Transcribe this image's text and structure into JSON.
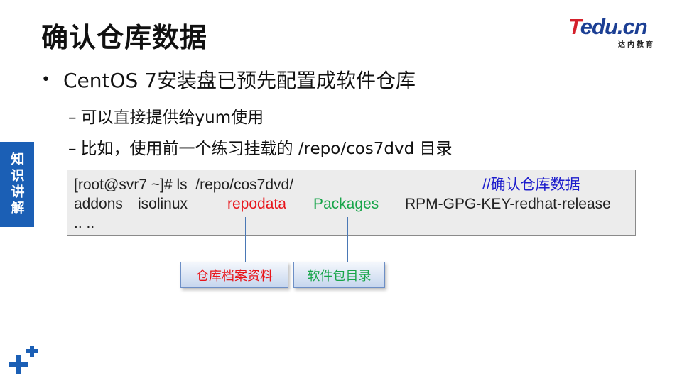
{
  "slide": {
    "title": "确认仓库数据",
    "logo": {
      "mark_t": "T",
      "mark_rest": "edu.cn",
      "sub": "达内教育"
    },
    "bullet": "CentOS 7安装盘已预先配置成软件仓库",
    "sub_bullets": [
      {
        "dash": "–",
        "text": "可以直接提供给yum使用"
      },
      {
        "dash": "–",
        "text": "比如，使用前一个练习挂载的 /repo/cos7dvd 目录"
      }
    ],
    "side_tab": "知识讲解",
    "terminal": {
      "line1_cmd": "[root@svr7 ~]# ls  /repo/cos7dvd/",
      "line1_comment": "//确认仓库数据",
      "line2_items": [
        "addons",
        "isolinux",
        "repodata",
        "Packages",
        "RPM-GPG-KEY-redhat-release"
      ],
      "line3": ".. .."
    },
    "callouts": [
      {
        "label": "仓库档案资料",
        "color": "#e8151b"
      },
      {
        "label": "软件包目录",
        "color": "#18a54a"
      }
    ]
  }
}
